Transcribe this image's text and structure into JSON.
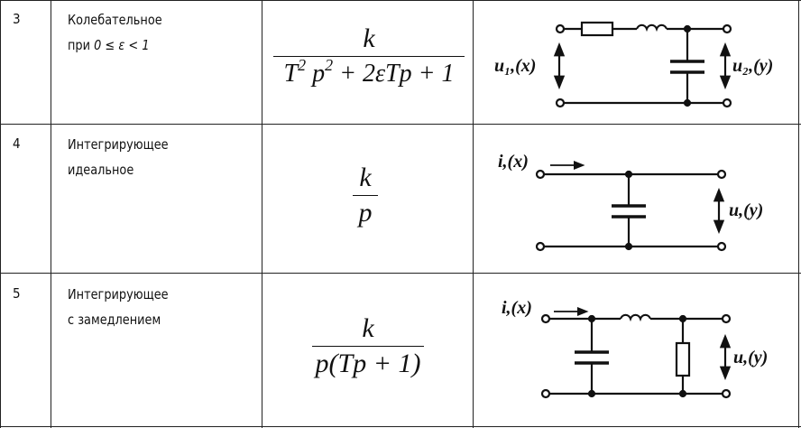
{
  "rows": [
    {
      "number": "3",
      "name_line1": "Колебательное",
      "name_line2_prefix": "при ",
      "name_line2_cond": "0 ≤ ε < 1",
      "tf_num": "k",
      "tf_den": {
        "a": "T",
        "b": "2",
        "c": " p",
        "d": "2",
        "e": " + 2εTp + 1"
      },
      "labels": {
        "input": "u₁,(x)",
        "output": "u₂,(y)"
      }
    },
    {
      "number": "4",
      "name_line1": "Интегрирующее",
      "name_line2": "идеальное",
      "tf_num": "k",
      "tf_den": "p",
      "labels": {
        "input": "i,(x)",
        "output": "u,(y)"
      }
    },
    {
      "number": "5",
      "name_line1": "Интегрирующее",
      "name_line2": "с замедлением",
      "tf_num": "k",
      "tf_den": "p(Tp + 1)",
      "labels": {
        "input": "i,(x)",
        "output": "u,(y)"
      }
    }
  ]
}
